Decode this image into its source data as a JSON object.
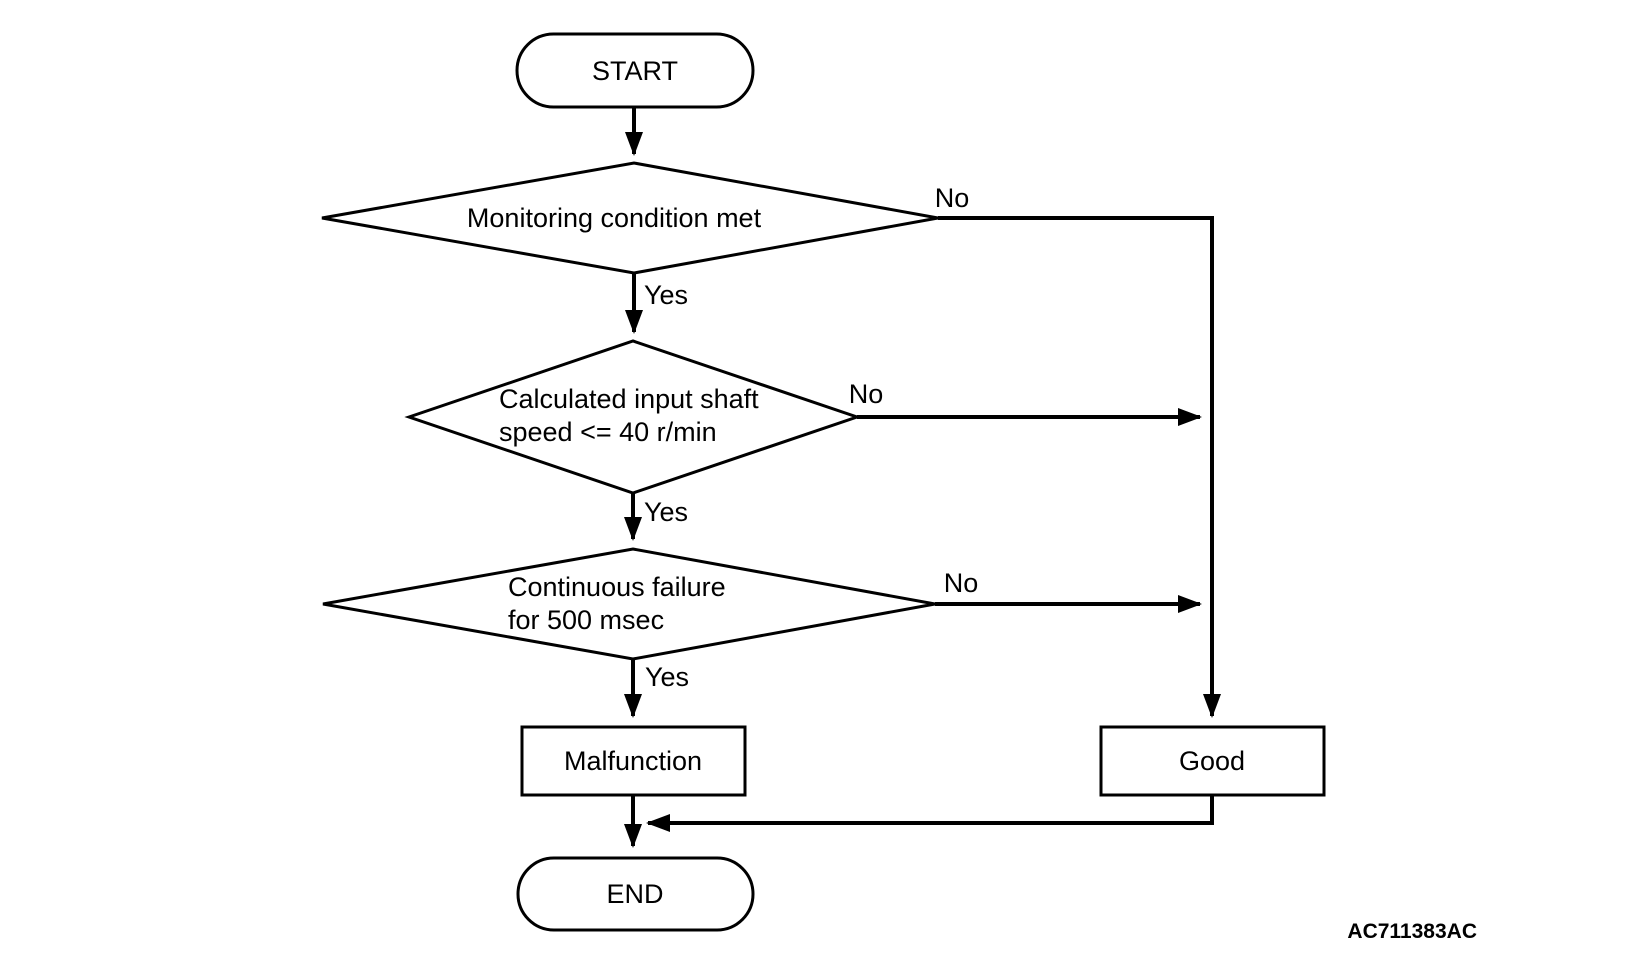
{
  "diagram": {
    "type": "flowchart",
    "colors": {
      "background": "#ffffff",
      "line": "#000000",
      "text": "#000000"
    },
    "nodes": {
      "start": {
        "shape": "stadium",
        "label": "START"
      },
      "monitoring": {
        "shape": "diamond",
        "label": "Monitoring condition met"
      },
      "input_shaft": {
        "shape": "diamond",
        "line1": "Calculated input shaft",
        "line2": "speed <= 40 r/min"
      },
      "continuous_failure": {
        "shape": "diamond",
        "line1": "Continuous failure",
        "line2": "for 500 msec"
      },
      "malfunction": {
        "shape": "rect",
        "label": "Malfunction"
      },
      "good": {
        "shape": "rect",
        "label": "Good"
      },
      "end": {
        "shape": "stadium",
        "label": "END"
      }
    },
    "edge_labels": {
      "monitoring_no": "No",
      "monitoring_yes": "Yes",
      "input_shaft_no": "No",
      "input_shaft_yes": "Yes",
      "continuous_failure_no": "No",
      "continuous_failure_yes": "Yes"
    },
    "figure_id": "AC711383AC"
  }
}
